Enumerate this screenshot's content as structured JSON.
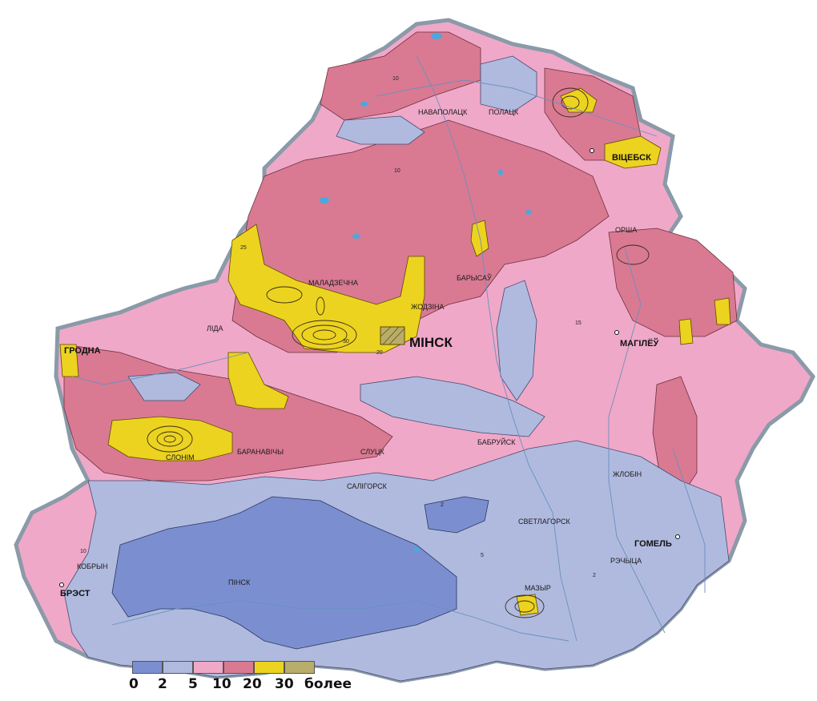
{
  "cities_major": [
    "ГРОДНА",
    "ВІЦЕБСК",
    "МАГІЛЁЎ",
    "ГОМЕЛЬ",
    "БРЭСТ"
  ],
  "capital": "МІНСК",
  "cities": [
    "НАВАПОЛАЦК",
    "ПОЛАЦК",
    "ОРША",
    "МАЛАДЗЕЧНА",
    "ЖОДЗІНА",
    "БАРЫСАЎ",
    "ЛІДА",
    "СЛОНІМ",
    "БАРАНАВІЧЫ",
    "СЛУЦК",
    "БАБРУЙСК",
    "САЛІГОРСК",
    "ЖЛОБІН",
    "СВЕТЛАГОРСК",
    "РЭЧЫЦА",
    "МАЗЫР",
    "КОБРЫН",
    "ПІНСК"
  ],
  "isoline_labels": [
    "10",
    "15",
    "5",
    "2",
    "20",
    "25",
    "30"
  ],
  "legend": {
    "colors": [
      "#7b8fd0",
      "#b0badf",
      "#f0a8c8",
      "#d97a92",
      "#ecd31f",
      "#b8ad6a"
    ],
    "labels": [
      "0",
      "2",
      "5",
      "10",
      "20",
      "30",
      "более"
    ]
  }
}
